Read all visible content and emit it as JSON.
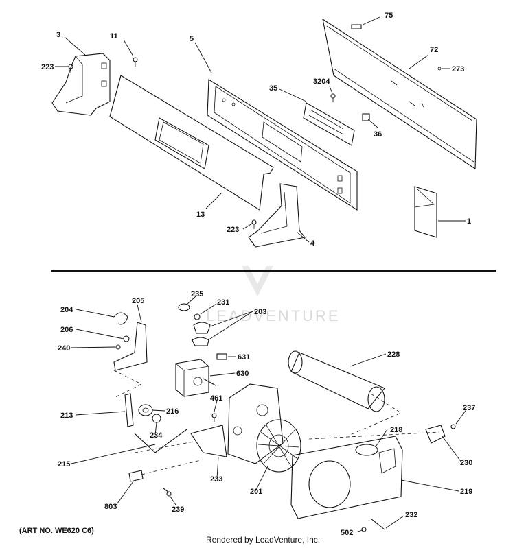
{
  "diagram": {
    "art_number": "(ART NO. WE620 C6)",
    "credit": "Rendered by LeadVenture, Inc.",
    "watermark": "LEADVENTURE",
    "callouts": [
      {
        "id": "c75",
        "text": "75"
      },
      {
        "id": "c3",
        "text": "3"
      },
      {
        "id": "c11",
        "text": "11"
      },
      {
        "id": "c5",
        "text": "5"
      },
      {
        "id": "c72",
        "text": "72"
      },
      {
        "id": "c223a",
        "text": "223"
      },
      {
        "id": "c273",
        "text": "273"
      },
      {
        "id": "c3204",
        "text": "3204"
      },
      {
        "id": "c35",
        "text": "35"
      },
      {
        "id": "c36",
        "text": "36"
      },
      {
        "id": "c13",
        "text": "13"
      },
      {
        "id": "c1",
        "text": "1"
      },
      {
        "id": "c223b",
        "text": "223"
      },
      {
        "id": "c4",
        "text": "4"
      },
      {
        "id": "c235",
        "text": "235"
      },
      {
        "id": "c204",
        "text": "204"
      },
      {
        "id": "c205",
        "text": "205"
      },
      {
        "id": "c231",
        "text": "231"
      },
      {
        "id": "c203",
        "text": "203"
      },
      {
        "id": "c206",
        "text": "206"
      },
      {
        "id": "c240",
        "text": "240"
      },
      {
        "id": "c631",
        "text": "631"
      },
      {
        "id": "c228",
        "text": "228"
      },
      {
        "id": "c630",
        "text": "630"
      },
      {
        "id": "c461",
        "text": "461"
      },
      {
        "id": "c213",
        "text": "213"
      },
      {
        "id": "c216",
        "text": "216"
      },
      {
        "id": "c237",
        "text": "237"
      },
      {
        "id": "c234",
        "text": "234"
      },
      {
        "id": "c218",
        "text": "218"
      },
      {
        "id": "c215",
        "text": "215"
      },
      {
        "id": "c230",
        "text": "230"
      },
      {
        "id": "c233",
        "text": "233"
      },
      {
        "id": "c201",
        "text": "201"
      },
      {
        "id": "c219",
        "text": "219"
      },
      {
        "id": "c803",
        "text": "803"
      },
      {
        "id": "c239",
        "text": "239"
      },
      {
        "id": "c232",
        "text": "232"
      },
      {
        "id": "c502",
        "text": "502"
      }
    ]
  }
}
